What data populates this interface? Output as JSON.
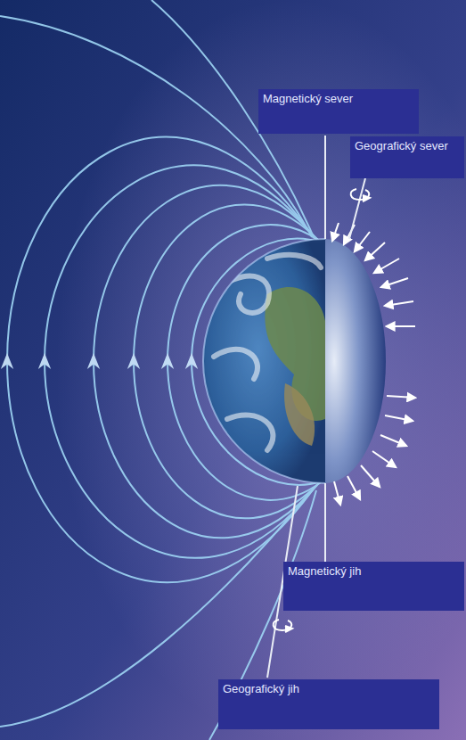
{
  "diagram": {
    "nodes": [
      {
        "text": [
          "Magnetický sever"
        ]
      },
      {
        "text": [
          "Geografický sever"
        ]
      },
      {
        "text": [
          "Magnetický jih"
        ]
      },
      {
        "text": [
          "Geografický jih"
        ]
      }
    ]
  }
}
